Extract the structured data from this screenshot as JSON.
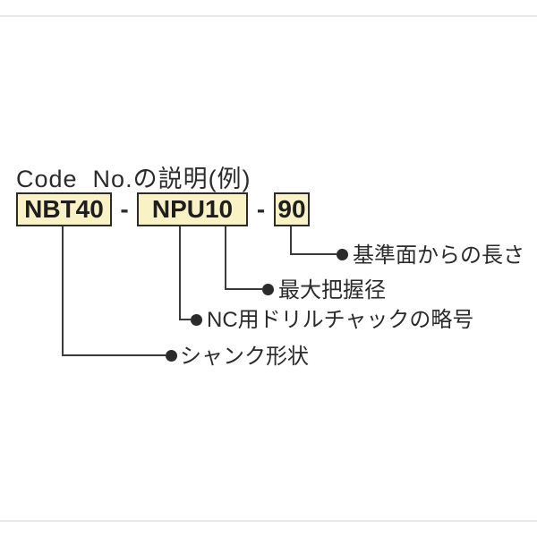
{
  "title": "Code  No.の説明(例)",
  "diagram": {
    "separator": "-",
    "box_fill": "#f8f2c4",
    "box_border": "#2b2b2b",
    "line_color": "#3a3a3a",
    "text_color": "#2b2b2b",
    "boxes": [
      {
        "text": "NBT40"
      },
      {
        "text": "NPU10"
      },
      {
        "text": "90"
      }
    ],
    "labels": [
      {
        "text": "基準面からの長さ",
        "connects_to": "90"
      },
      {
        "text": "最大把握径",
        "connects_to": "NPU10 (10)"
      },
      {
        "text": "NC用ドリルチャックの略号",
        "connects_to": "NPU10 (NPU)"
      },
      {
        "text": "シャンク形状",
        "connects_to": "NBT40"
      }
    ]
  }
}
